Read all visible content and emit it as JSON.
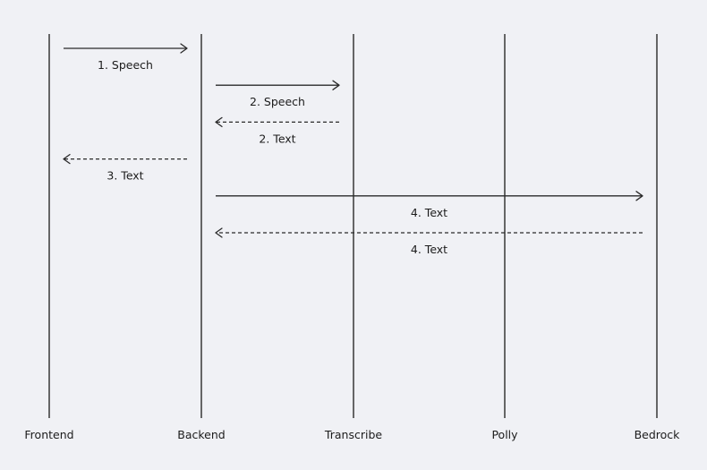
{
  "diagram": {
    "type": "sequence",
    "colors": {
      "background": "#f0f1f5",
      "line": "#2a2a2a",
      "text": "#1c1c1c"
    },
    "participants": [
      {
        "id": "frontend",
        "label": "Frontend"
      },
      {
        "id": "backend",
        "label": "Backend"
      },
      {
        "id": "transcribe",
        "label": "Transcribe"
      },
      {
        "id": "polly",
        "label": "Polly"
      },
      {
        "id": "bedrock",
        "label": "Bedrock"
      }
    ],
    "messages": [
      {
        "from": "frontend",
        "to": "backend",
        "label": "1. Speech",
        "style": "solid"
      },
      {
        "from": "backend",
        "to": "transcribe",
        "label": "2. Speech",
        "style": "solid"
      },
      {
        "from": "transcribe",
        "to": "backend",
        "label": "2. Text",
        "style": "dashed"
      },
      {
        "from": "backend",
        "to": "frontend",
        "label": "3. Text",
        "style": "dashed"
      },
      {
        "from": "backend",
        "to": "bedrock",
        "label": "4. Text",
        "style": "solid"
      },
      {
        "from": "bedrock",
        "to": "backend",
        "label": "4. Text",
        "style": "dashed"
      }
    ]
  }
}
